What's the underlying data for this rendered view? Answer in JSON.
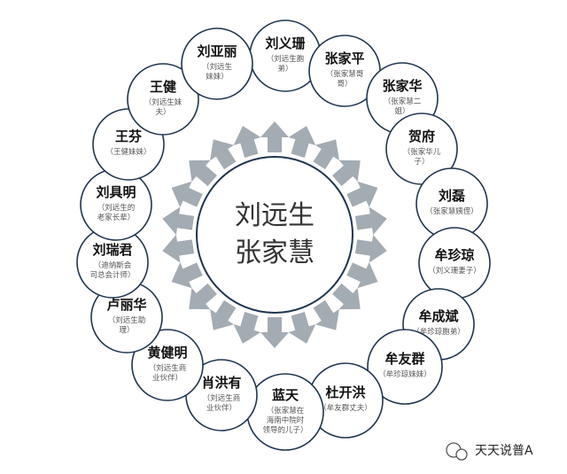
{
  "center": {
    "line1": "刘远生",
    "line2": "张家慧"
  },
  "nodes": [
    {
      "name": "刘义珊",
      "role": [
        "（刘远生胞",
        "弟）"
      ]
    },
    {
      "name": "张家平",
      "role": [
        "（张家慧哥",
        "哥）"
      ]
    },
    {
      "name": "张家华",
      "role": [
        "（张家慧二",
        "姐）"
      ]
    },
    {
      "name": "贺府",
      "role": [
        "（张家华儿",
        "子）"
      ]
    },
    {
      "name": "刘磊",
      "role": [
        "（张家慧姨侄）"
      ]
    },
    {
      "name": "牟珍琼",
      "role": [
        "（刘义珊妻子）"
      ]
    },
    {
      "name": "牟成斌",
      "role": [
        "（牟珍琼胞弟）"
      ]
    },
    {
      "name": "牟友群",
      "role": [
        "（牟珍琼妹妹）"
      ]
    },
    {
      "name": "杜开洪",
      "role": [
        "（牟友群丈夫）"
      ]
    },
    {
      "name": "蓝天",
      "role": [
        "（张家慧在",
        "海南中院时",
        "领导的儿子）"
      ]
    },
    {
      "name": "肖洪有",
      "role": [
        "（刘远生商",
        "业伙伴）"
      ]
    },
    {
      "name": "黄健明",
      "role": [
        "（刘远生商",
        "业伙伴）"
      ]
    },
    {
      "name": "卢丽华",
      "role": [
        "（刘远生助",
        "理）"
      ]
    },
    {
      "name": "刘瑞君",
      "role": [
        "（迪纳斯会",
        "司总会计师）"
      ]
    },
    {
      "name": "刘具明",
      "role": [
        "（刘远生的",
        "老家长辈）"
      ]
    },
    {
      "name": "王芬",
      "role": [
        "（王健妹妹）"
      ]
    },
    {
      "name": "王健",
      "role": [
        "（刘远生妹",
        "夫）"
      ]
    },
    {
      "name": "刘亚丽",
      "role": [
        "（刘远生",
        "妹妹）"
      ]
    }
  ],
  "watermark": {
    "text": "天天说普A",
    "icon": "wechat-icon"
  }
}
